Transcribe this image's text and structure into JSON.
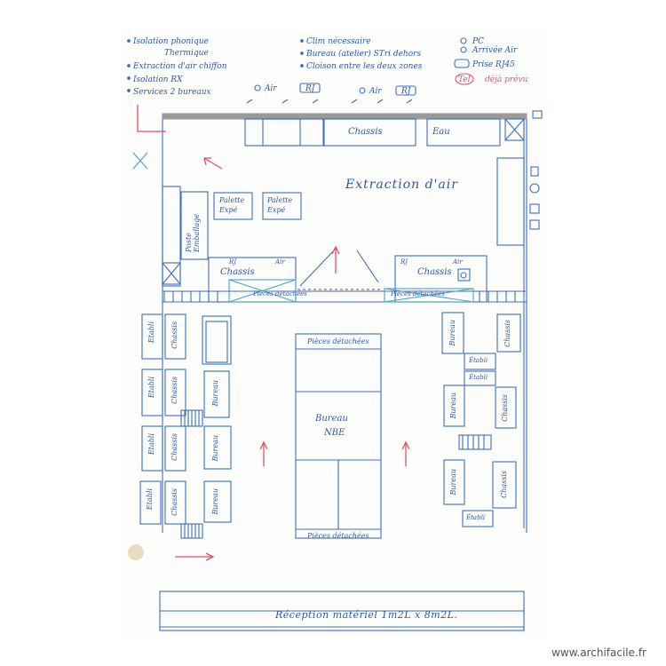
{
  "legend": {
    "left": [
      "Isolation phonique",
      "Thermique",
      "Extraction d'air chiffon",
      "Isolation RX",
      "Services 2 bureaux"
    ],
    "middle": [
      "Clim nécessaire",
      "Bureau (atelier) STri dehors",
      "Cloison entre les deux zones"
    ],
    "right": [
      "PC",
      "Arrivée Air",
      "Prise RJ45",
      "Tel",
      "déjà prévu"
    ],
    "symbols": [
      "Air",
      "RJ",
      "Air",
      "RJ"
    ]
  },
  "plan": {
    "extraction_label": "Extraction d'air",
    "chassis": "Chassis",
    "eau": "Eau",
    "palette_1": "Palette Expé",
    "palette_2": "Palette Expé",
    "poste_emballage": "Poste Emballage",
    "pieces_detachees_left": "Pièces détachées",
    "pieces_detachees_right": "Pièces détachées",
    "pieces_detachees_top": "Pièces détachées",
    "pieces_detachees_bottom": "Pièces détachées",
    "bureau_center": "Bureau",
    "bureau_center_sub": "NBE",
    "reception": "Réception matériel  1m2L x 8m2L.",
    "etabli": "Établi",
    "bureau": "Bureau",
    "rj": "RJ",
    "air": "Air"
  },
  "watermark": "www.archifacile.fr"
}
